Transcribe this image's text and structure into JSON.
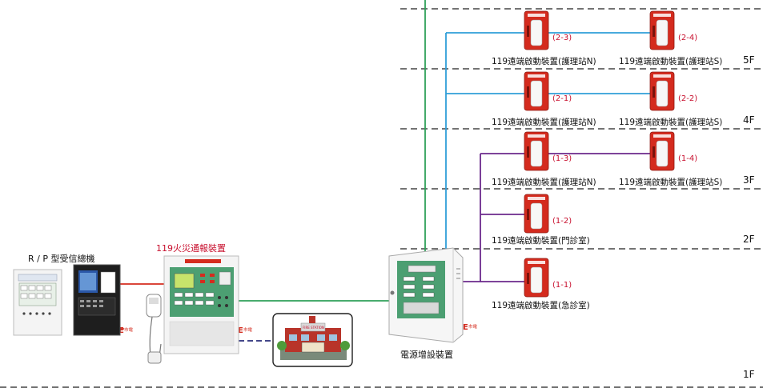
{
  "colors": {
    "red": "#d42b1e",
    "green": "#2fa05a",
    "blue": "#2f9fd8",
    "purple": "#6b2a8c",
    "navy": "#2a2f7a",
    "floor_line": "#222222",
    "label_red": "#c8102e"
  },
  "equipment": {
    "rp_panel_label": "R / P 型受信總機",
    "alarm_device_label": "119火災通報裝置",
    "power_unit_label": "電源增設裝置",
    "mains_label": "市電",
    "fire_station_sign": "FIRE STATION"
  },
  "floors": [
    "5F",
    "4F",
    "3F",
    "2F",
    "1F"
  ],
  "remote_devices": [
    {
      "code": "(2-3)",
      "label": "119遠端啟動裝置(護理站N)"
    },
    {
      "code": "(2-4)",
      "label": "119遠端啟動裝置(護理站S)"
    },
    {
      "code": "(2-1)",
      "label": "119遠端啟動裝置(護理站N)"
    },
    {
      "code": "(2-2)",
      "label": "119遠端啟動裝置(護理站S)"
    },
    {
      "code": "(1-3)",
      "label": "119遠端啟動裝置(護理站N)"
    },
    {
      "code": "(1-4)",
      "label": "119遠端啟動裝置(護理站S)"
    },
    {
      "code": "(1-2)",
      "label": "119遠端啟動裝置(門診室)"
    },
    {
      "code": "(1-1)",
      "label": "119遠端啟動裝置(急診室)"
    }
  ]
}
